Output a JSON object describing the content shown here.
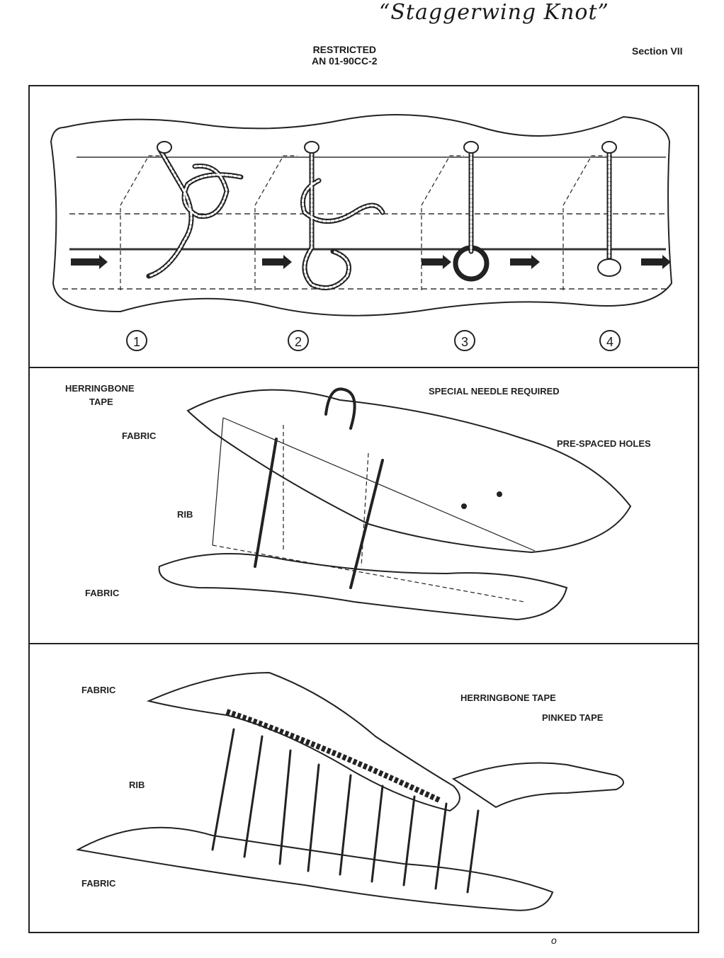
{
  "page": {
    "handwritten_title": "“Staggerwing Knot”",
    "header": {
      "classification": "RESTRICTED",
      "document_number": "AN 01-90CC-2"
    },
    "section": "Section VII",
    "page_mark": "o"
  },
  "panel1": {
    "step_numbers": [
      "1",
      "2",
      "3",
      "4"
    ]
  },
  "panel2": {
    "labels": {
      "herringbone_tape": "HERRINGBONE",
      "herringbone_tape_line2": "TAPE",
      "special_needle": "SPECIAL NEEDLE REQUIRED",
      "fabric_top": "FABRIC",
      "pre_spaced_holes": "PRE-SPACED HOLES",
      "rib": "RIB",
      "fabric_bottom": "FABRIC"
    }
  },
  "panel3": {
    "labels": {
      "fabric_top": "FABRIC",
      "herringbone_tape": "HERRINGBONE TAPE",
      "pinked_tape": "PINKED TAPE",
      "rib": "RIB",
      "fabric_bottom": "FABRIC"
    }
  }
}
